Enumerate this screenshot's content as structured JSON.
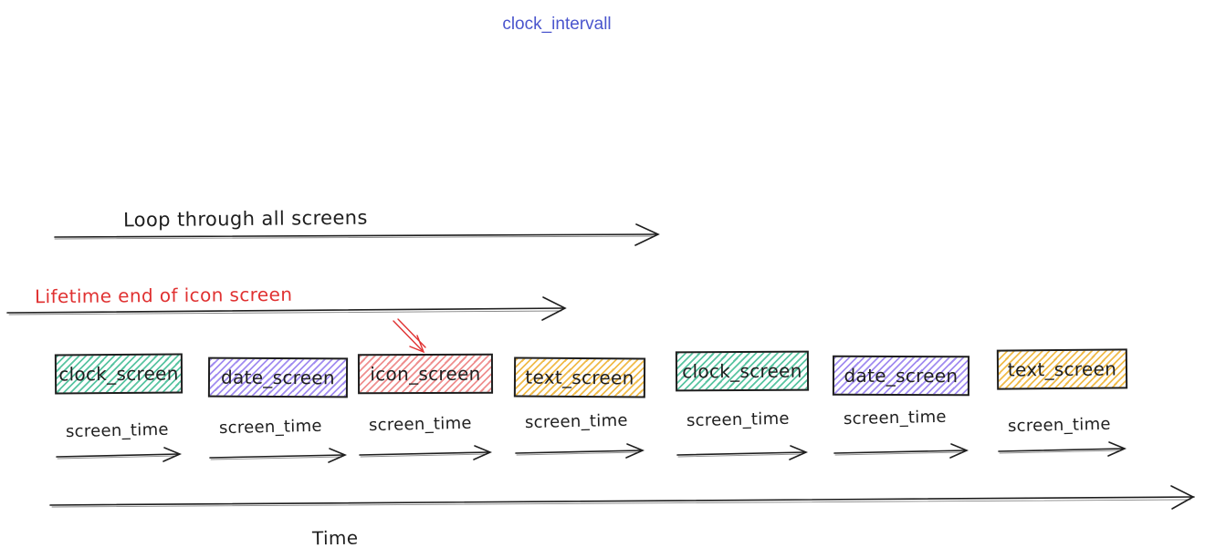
{
  "title": {
    "text": "clock_intervall",
    "color": "#4a55cd"
  },
  "loop_annotation": {
    "label": "Loop through all screens"
  },
  "lifetime_annotation": {
    "label": "Lifetime end of icon screen",
    "color": "#e03131"
  },
  "pointer_arrow": {
    "target": "icon_screen",
    "color": "#e03131"
  },
  "time_axis": {
    "label": "Time"
  },
  "screen_time_label": "screen_time",
  "colors": {
    "ink": "#1e1e1e",
    "green": "#58c4a1",
    "purple": "#a18cf0",
    "red_fill": "#ef8f8f",
    "yellow": "#f0bb49"
  },
  "screens": [
    {
      "label": "clock_screen",
      "color_key": "green"
    },
    {
      "label": "date_screen",
      "color_key": "purple"
    },
    {
      "label": "icon_screen",
      "color_key": "red_fill",
      "pointed_at": true
    },
    {
      "label": "text_screen",
      "color_key": "yellow"
    },
    {
      "label": "clock_screen",
      "color_key": "green"
    },
    {
      "label": "date_screen",
      "color_key": "purple"
    },
    {
      "label": "text_screen",
      "color_key": "yellow"
    }
  ]
}
